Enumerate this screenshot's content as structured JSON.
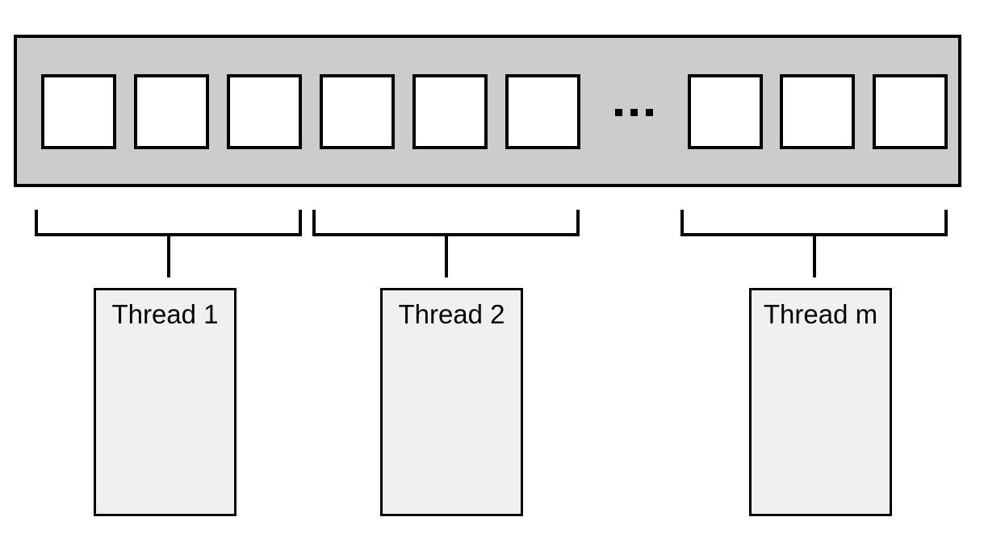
{
  "diagram": {
    "ellipsis": "...",
    "container": {
      "visible_cell_count": 9,
      "cell_groups": 3,
      "cells_per_group": 3
    },
    "threads": [
      {
        "label": "Thread 1"
      },
      {
        "label": "Thread 2"
      },
      {
        "label": "Thread m"
      }
    ],
    "colors": {
      "container_fill": "#cccccc",
      "cell_fill": "#ffffff",
      "thread_box_fill": "#f0f0f0",
      "line": "#000000",
      "background": "#ffffff"
    }
  }
}
